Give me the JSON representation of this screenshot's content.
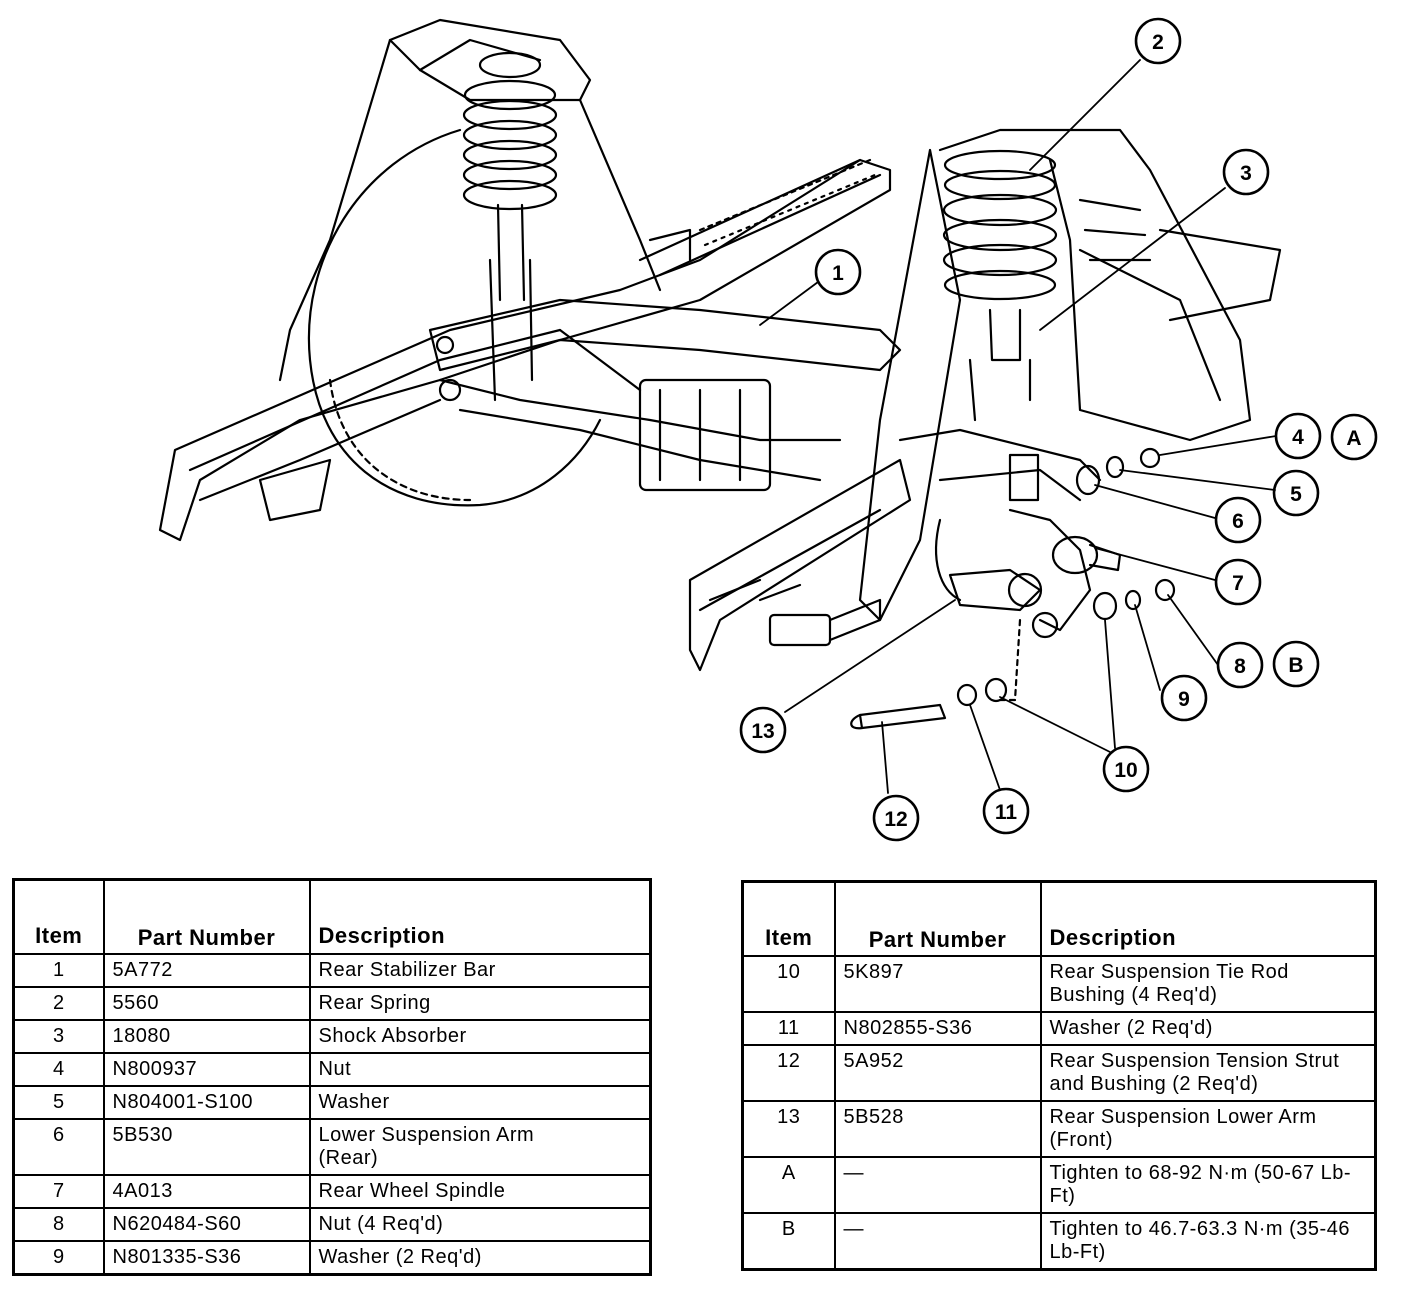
{
  "callouts": [
    "1",
    "2",
    "3",
    "4",
    "5",
    "6",
    "7",
    "8",
    "9",
    "10",
    "11",
    "12",
    "13",
    "A",
    "B"
  ],
  "headers": {
    "item": "Item",
    "part_number": "Part Number",
    "description": "Description"
  },
  "left_rows": [
    {
      "item": "1",
      "part": "5A772",
      "desc": "Rear Stabilizer Bar"
    },
    {
      "item": "2",
      "part": "5560",
      "desc": "Rear Spring"
    },
    {
      "item": "3",
      "part": "18080",
      "desc": "Shock Absorber"
    },
    {
      "item": "4",
      "part": "N800937",
      "desc": "Nut"
    },
    {
      "item": "5",
      "part": "N804001-S100",
      "desc": "Washer"
    },
    {
      "item": "6",
      "part": "5B530",
      "desc": "Lower Suspension Arm (Rear)"
    },
    {
      "item": "7",
      "part": "4A013",
      "desc": "Rear Wheel Spindle"
    },
    {
      "item": "8",
      "part": "N620484-S60",
      "desc": "Nut (4 Req'd)"
    },
    {
      "item": "9",
      "part": "N801335-S36",
      "desc": "Washer (2 Req'd)"
    }
  ],
  "right_rows": [
    {
      "item": "10",
      "part": "5K897",
      "desc": "Rear Suspension Tie Rod Bushing (4 Req'd)"
    },
    {
      "item": "11",
      "part": "N802855-S36",
      "desc": "Washer (2 Req'd)"
    },
    {
      "item": "12",
      "part": "5A952",
      "desc": "Rear Suspension Tension Strut and Bushing (2 Req'd)"
    },
    {
      "item": "13",
      "part": "5B528",
      "desc": "Rear Suspension Lower Arm (Front)"
    },
    {
      "item": "A",
      "part": "—",
      "desc": "Tighten to 68-92 N·m (50-67 Lb-Ft)"
    },
    {
      "item": "B",
      "part": "—",
      "desc": "Tighten to 46.7-63.3 N·m (35-46 Lb-Ft)"
    }
  ]
}
